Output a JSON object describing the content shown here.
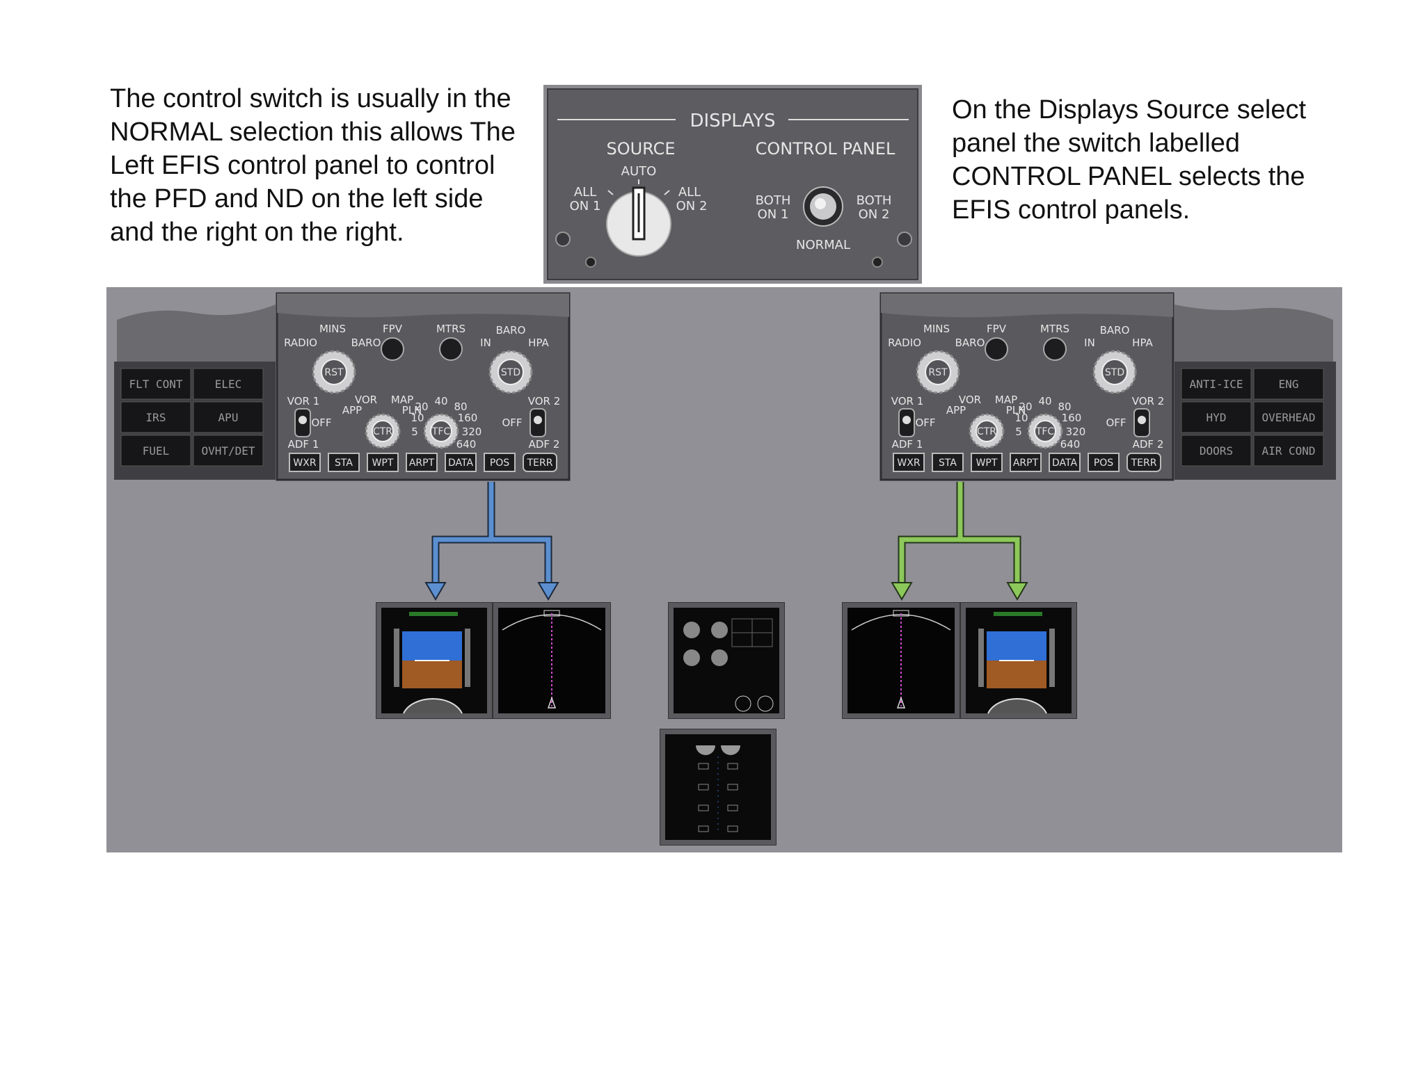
{
  "notes": {
    "left": "The control switch is usually in the NORMAL selection this allows The Left EFIS control panel to control the PFD and ND on the left side and the right on the right.",
    "right": "On the Displays Source select panel the switch labelled CONTROL PANEL  selects the EFIS control panels."
  },
  "displays_panel": {
    "title": "DISPLAYS",
    "source_label": "SOURCE",
    "source_auto": "AUTO",
    "source_all_on_1": [
      "ALL",
      "ON 1"
    ],
    "source_all_on_2": [
      "ALL",
      "ON 2"
    ],
    "control_panel_label": "CONTROL PANEL",
    "cp_both_on_1": [
      "BOTH",
      "ON 1"
    ],
    "cp_both_on_2": [
      "BOTH",
      "ON 2"
    ],
    "cp_normal": "NORMAL"
  },
  "efis_panel": {
    "mins": "MINS",
    "radio": "RADIO",
    "baro": "BARO",
    "rst": "RST",
    "fpv": "FPV",
    "mtrs": "MTRS",
    "baro_label": "BARO",
    "in": "IN",
    "hpa": "HPA",
    "std": "STD",
    "vor1": "VOR 1",
    "adf1": "ADF 1",
    "off": "OFF",
    "vor": "VOR",
    "app": "APP",
    "map": "MAP",
    "pln": "PLN",
    "ctr": "CTR",
    "tfc": "TFC",
    "range": [
      "5",
      "10",
      "20",
      "40",
      "80",
      "160",
      "320",
      "640"
    ],
    "vor2": "VOR 2",
    "adf2": "ADF 2",
    "buttons": [
      "WXR",
      "STA",
      "WPT",
      "ARPT",
      "DATA",
      "POS",
      "TERR"
    ]
  },
  "left_sys_buttons": [
    "FLT CONT",
    "ELEC",
    "IRS",
    "APU",
    "FUEL",
    "OVHT/DET"
  ],
  "right_sys_buttons": [
    "ANTI-ICE",
    "ENG",
    "HYD",
    "OVERHEAD",
    "DOORS",
    "AIR COND"
  ],
  "colors": {
    "left_arrows": "#5b8fd0",
    "right_arrows": "#8cc85a",
    "background_stage": "#919096",
    "panel": "#5a595d"
  }
}
